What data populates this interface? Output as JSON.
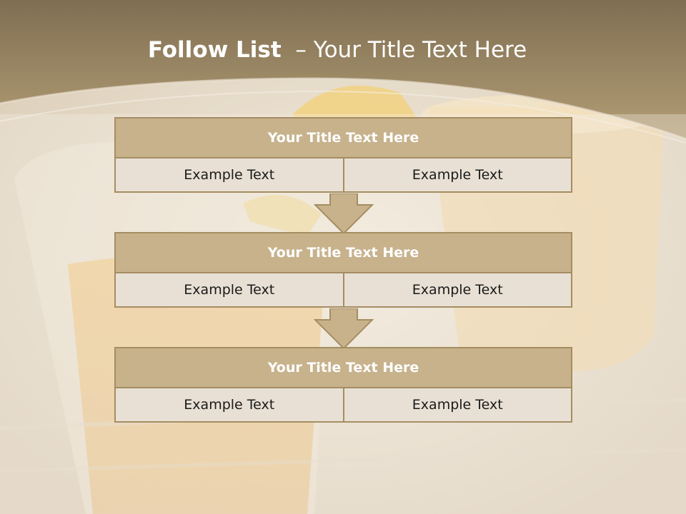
{
  "slide": {
    "title_bold": "Follow List",
    "title_rest": "  – Your Title Text Here"
  },
  "blocks": [
    {
      "title": "Your Title Text Here",
      "cells": [
        "Example Text",
        "Example Text"
      ]
    },
    {
      "title": "Your Title Text Here",
      "cells": [
        "Example Text",
        "Example Text"
      ]
    },
    {
      "title": "Your Title Text Here",
      "cells": [
        "Example Text",
        "Example Text"
      ]
    }
  ],
  "colors": {
    "header_band": "#9d8660",
    "title_fill": "#c7b28c",
    "cell_fill": "#e8e0d4",
    "border": "#a58d62"
  }
}
